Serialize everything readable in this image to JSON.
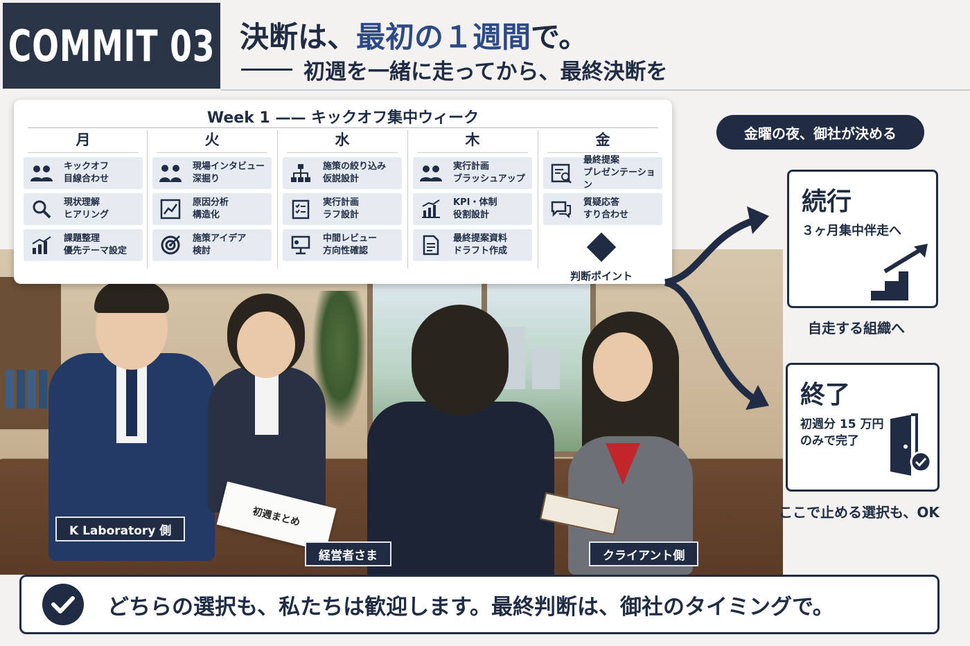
{
  "header": {
    "badge": "COMMIT 03",
    "headline_pre": "決断は、",
    "headline_accent": "最初の１週間",
    "headline_post": "で。",
    "subline": "初週を一緒に走ってから、最終決断を"
  },
  "schedule": {
    "title": "Week 1 —— キックオフ集中ウィーク",
    "days": [
      {
        "day": "月",
        "tasks": [
          {
            "icon": "team-icon",
            "label": "キックオフ\n目線合わせ"
          },
          {
            "icon": "magnifier-icon",
            "label": "現状理解\nヒアリング"
          },
          {
            "icon": "bar-chart-icon",
            "label": "課題整理\n優先テーマ設定"
          }
        ]
      },
      {
        "day": "火",
        "tasks": [
          {
            "icon": "interview-icon",
            "label": "現場インタビュー\n深掘り"
          },
          {
            "icon": "analysis-icon",
            "label": "原因分析\n構造化"
          },
          {
            "icon": "target-icon",
            "label": "施策アイデア\n検討"
          }
        ]
      },
      {
        "day": "水",
        "tasks": [
          {
            "icon": "org-chart-icon",
            "label": "施策の絞り込み\n仮説設計"
          },
          {
            "icon": "checklist-icon",
            "label": "実行計画\nラフ設計"
          },
          {
            "icon": "presentation-icon",
            "label": "中間レビュー\n方向性確認"
          }
        ]
      },
      {
        "day": "木",
        "tasks": [
          {
            "icon": "team-icon",
            "label": "実行計画\nブラッシュアップ"
          },
          {
            "icon": "kpi-chart-icon",
            "label": "KPI・体制\n役割設計"
          },
          {
            "icon": "document-icon",
            "label": "最終提案資料\nドラフト作成"
          }
        ]
      },
      {
        "day": "金",
        "tasks": [
          {
            "icon": "proposal-icon",
            "label": "最終提案\nプレゼンテーション"
          },
          {
            "icon": "chat-icon",
            "label": "質疑応答\nすり合わせ"
          }
        ],
        "decision_label": "判断ポイント"
      }
    ]
  },
  "friday_note": "金曜の夜、御社が決める",
  "outcomes": {
    "continue": {
      "title": "続行",
      "text": "３ヶ月集中伴走へ",
      "caption": "自走する組織へ"
    },
    "end": {
      "title": "終了",
      "text": "初週分 15 万円\nのみで完了",
      "caption": "ここで止める選択も、OK"
    }
  },
  "scene": {
    "document_text": "初週まとめ",
    "labels": {
      "k_lab": "K Laboratory 側",
      "executive": "経営者さま",
      "client": "クライアント側"
    }
  },
  "footer": {
    "text": "どちらの選択も、私たちは歓迎します。最終判断は、御社のタイミングで。"
  },
  "colors": {
    "navy": "#1f2c43",
    "accent": "#2d4a86",
    "badge": "#2a3447"
  }
}
